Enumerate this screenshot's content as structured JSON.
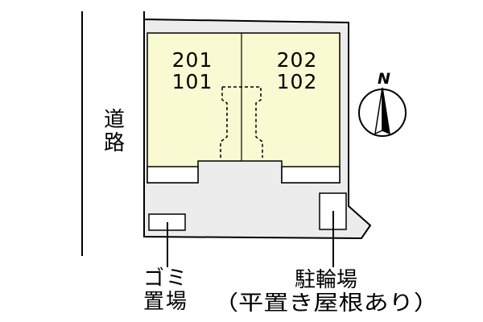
{
  "road": {
    "label_chars": [
      "道",
      "路"
    ]
  },
  "units": [
    {
      "upper": "201",
      "lower": "101"
    },
    {
      "upper": "202",
      "lower": "102"
    }
  ],
  "garbage": {
    "line1": "ゴミ",
    "line2": "置場"
  },
  "parking": {
    "line1": "駐輪場",
    "line2": "（平置き屋根あり）"
  },
  "compass": {
    "north_label": "N",
    "icon": "north-arrow-icon"
  },
  "colors": {
    "site_fill": "#ececec",
    "building_fill": "#fafad2",
    "outline": "#000000"
  }
}
